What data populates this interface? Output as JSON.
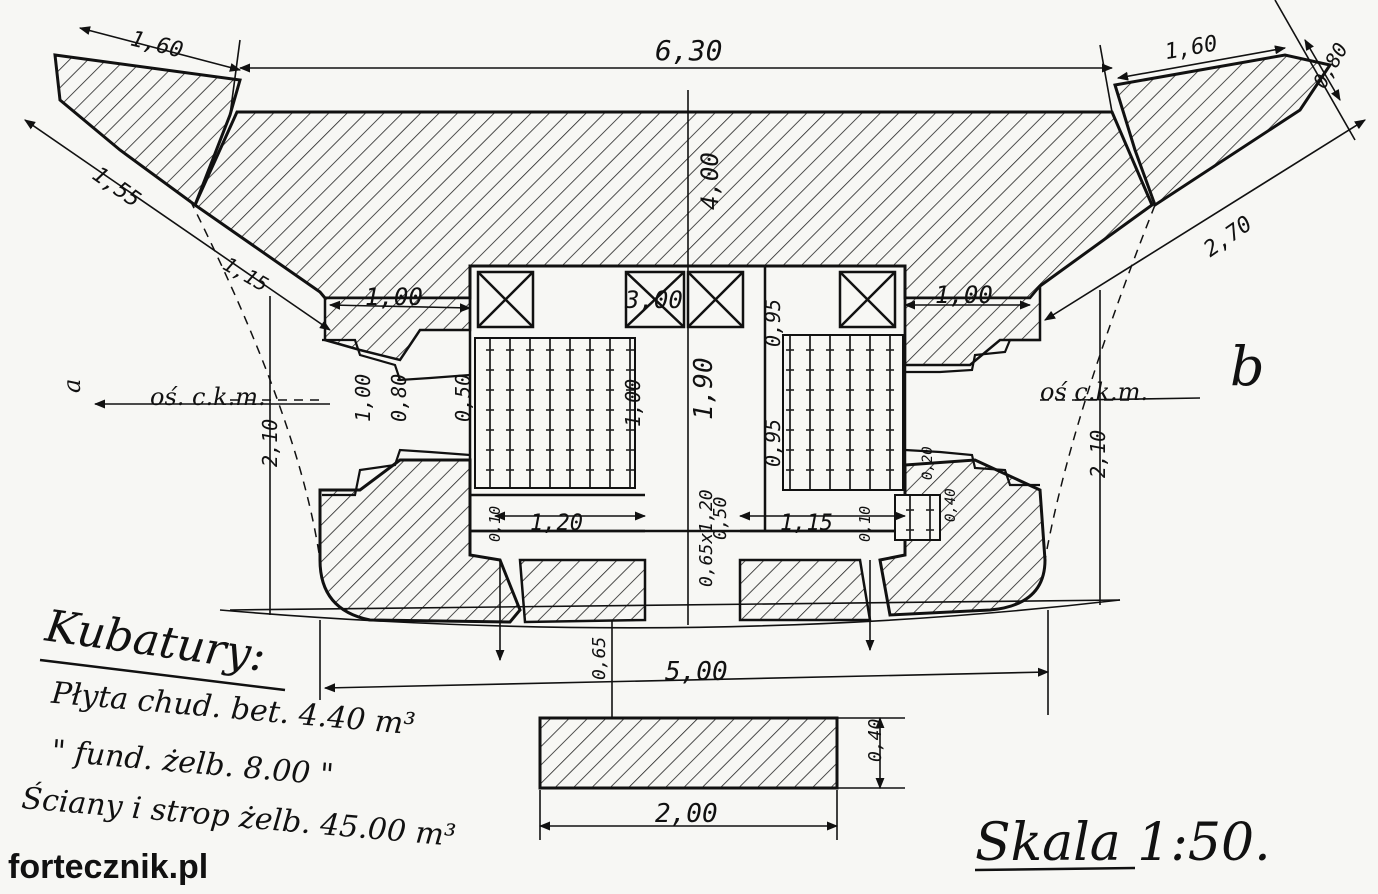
{
  "drawing": {
    "dimensions": {
      "top_left_wing": "1,60",
      "top_span": "6,30",
      "top_right_wing": "1,60",
      "right_corner": "0,80",
      "left_slope": "1,55",
      "right_slope": "2,70",
      "left_lower": "1,15",
      "overall_height": "4,00",
      "left_embrasure": "1,00",
      "inner_span": "3,00",
      "right_embrasure": "1,00",
      "left_opening_outer": "1,00",
      "left_opening_mid": "0,80",
      "left_opening_inner": "0,50",
      "left_room_height": "1,00",
      "center_height": "1,90",
      "right_room_height": "0,95",
      "right_room_lower": "0,95",
      "left_wall_height": "2,10",
      "right_wall_height": "2,10",
      "left_room_width": "1,20",
      "right_room_width": "1,15",
      "small_left": "0,10",
      "small_right": "0,10",
      "small_box_a": "0,20",
      "small_box_b": "0,40",
      "door_size": "0,65x1,20",
      "door_lower": "0,50",
      "foundation_step": "0,65",
      "foundation_width": "5,00",
      "slab_height": "0,40",
      "slab_width": "2,00"
    },
    "axis_label_left": "oś. c.k.m.",
    "axis_label_right": "oś c.k.m.",
    "section_left": "a",
    "section_right": "b"
  },
  "kubatury": {
    "heading": "Kubatury:",
    "line1": "Płyta chud. bet. 4.40 m³",
    "line2": "\" fund. żelb. 8.00 \"",
    "line3": "Ściany i strop żelb. 45.00 m³"
  },
  "scale": "Skala 1:50.",
  "watermark": "fortecznik.pl"
}
